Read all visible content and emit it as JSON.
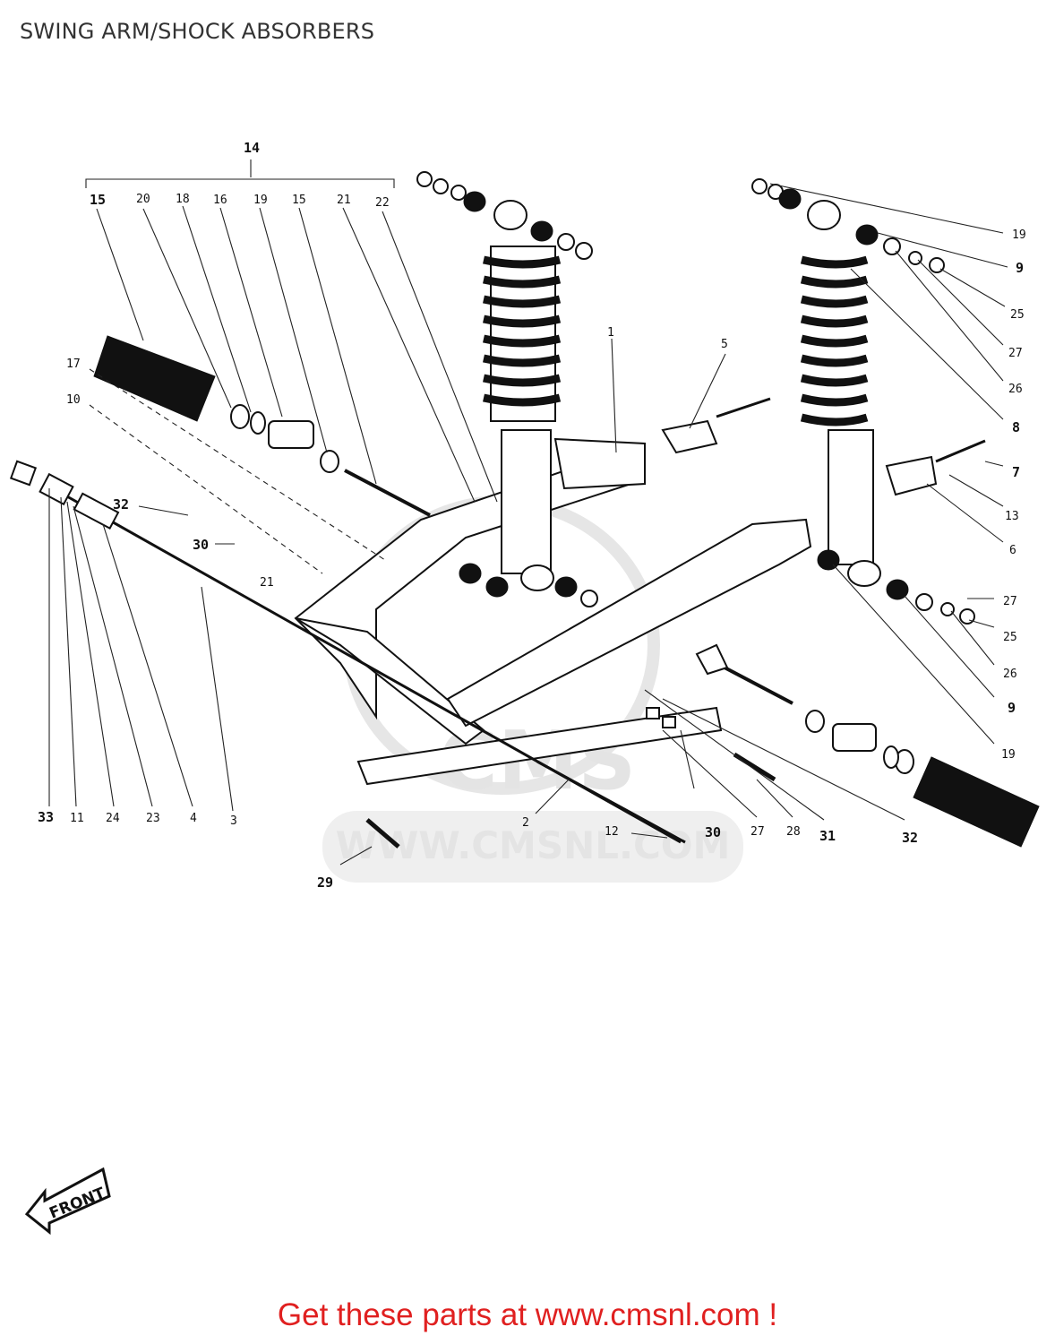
{
  "title": "SWING ARM/SHOCK ABSORBERS",
  "group_label": "14",
  "watermark": "WWW.CMSNL.COM",
  "watermark_logo_text": "CMS",
  "front_label": "FRONT",
  "footer": "Get these parts at www.cmsnl.com !",
  "callouts": [
    {
      "id": "c14",
      "text": "14"
    },
    {
      "id": "c15a",
      "text": "15"
    },
    {
      "id": "c20",
      "text": "20"
    },
    {
      "id": "c18",
      "text": "18"
    },
    {
      "id": "c16",
      "text": "16"
    },
    {
      "id": "c19a",
      "text": "19"
    },
    {
      "id": "c15b",
      "text": "15"
    },
    {
      "id": "c21a",
      "text": "21"
    },
    {
      "id": "c22",
      "text": "22"
    },
    {
      "id": "c17",
      "text": "17"
    },
    {
      "id": "c10",
      "text": "10"
    },
    {
      "id": "c32a",
      "text": "32"
    },
    {
      "id": "c30a",
      "text": "30"
    },
    {
      "id": "c21b",
      "text": "21"
    },
    {
      "id": "c33",
      "text": "33"
    },
    {
      "id": "c11",
      "text": "11"
    },
    {
      "id": "c24",
      "text": "24"
    },
    {
      "id": "c23",
      "text": "23"
    },
    {
      "id": "c4",
      "text": "4"
    },
    {
      "id": "c3",
      "text": "3"
    },
    {
      "id": "c1",
      "text": "1"
    },
    {
      "id": "c5",
      "text": "5"
    },
    {
      "id": "c19b",
      "text": "19"
    },
    {
      "id": "c9a",
      "text": "9"
    },
    {
      "id": "c25a",
      "text": "25"
    },
    {
      "id": "c27a",
      "text": "27"
    },
    {
      "id": "c26a",
      "text": "26"
    },
    {
      "id": "c8",
      "text": "8"
    },
    {
      "id": "c7",
      "text": "7"
    },
    {
      "id": "c13",
      "text": "13"
    },
    {
      "id": "c6",
      "text": "6"
    },
    {
      "id": "c27b",
      "text": "27"
    },
    {
      "id": "c25b",
      "text": "25"
    },
    {
      "id": "c26b",
      "text": "26"
    },
    {
      "id": "c9b",
      "text": "9"
    },
    {
      "id": "c19c",
      "text": "19"
    },
    {
      "id": "c2",
      "text": "2"
    },
    {
      "id": "c12",
      "text": "12"
    },
    {
      "id": "c30b",
      "text": "30"
    },
    {
      "id": "c27c",
      "text": "27"
    },
    {
      "id": "c28",
      "text": "28"
    },
    {
      "id": "c31",
      "text": "31"
    },
    {
      "id": "c32b",
      "text": "32"
    },
    {
      "id": "c29",
      "text": "29"
    }
  ]
}
